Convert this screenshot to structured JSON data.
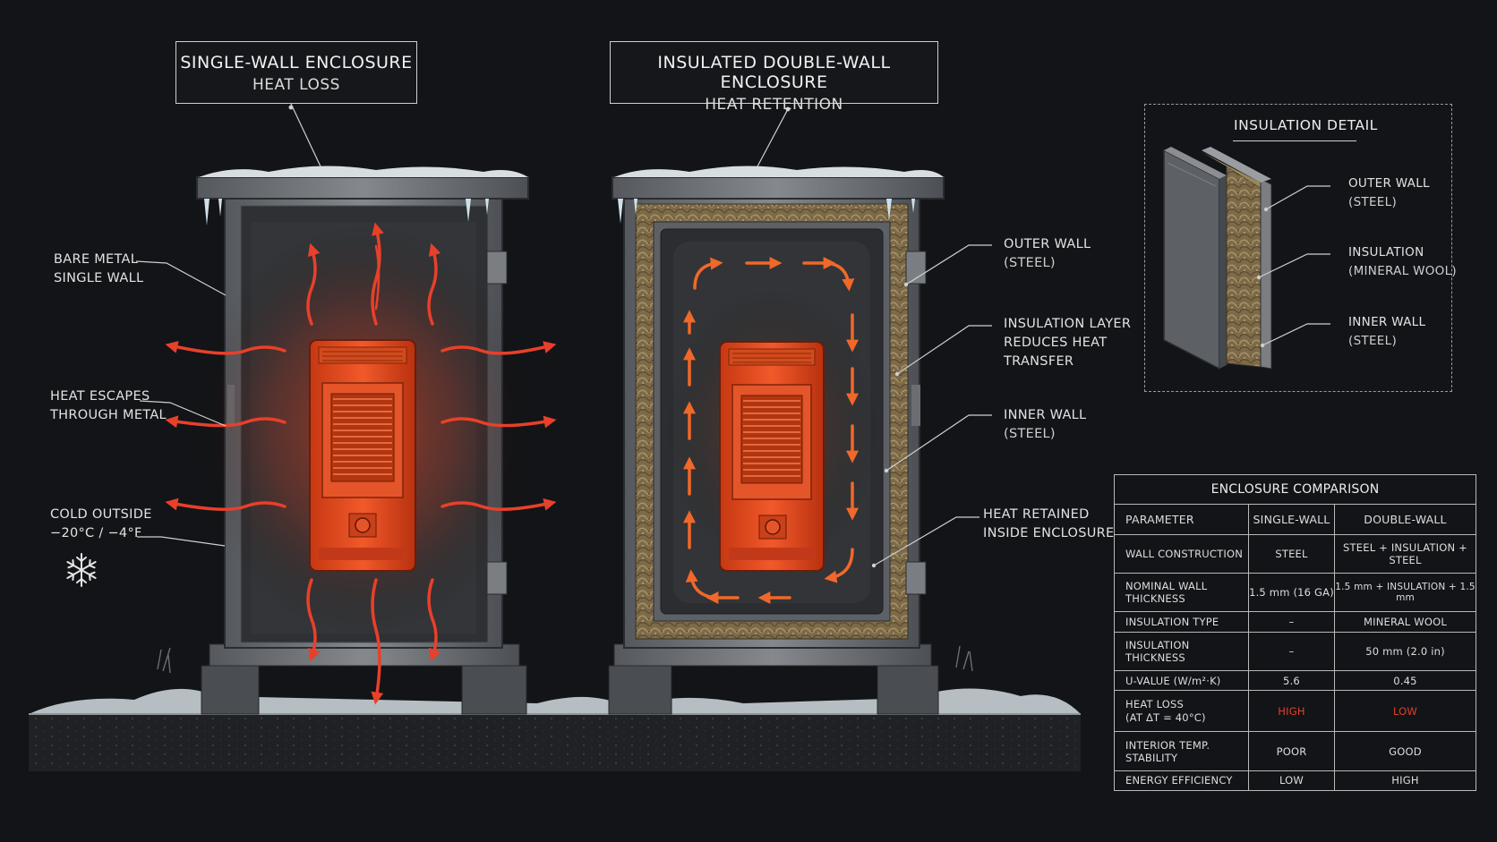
{
  "single_wall": {
    "title": "SINGLE-WALL ENCLOSURE",
    "subtitle": "HEAT LOSS",
    "labels": {
      "bare_metal_1": "BARE METAL",
      "bare_metal_2": "SINGLE WALL",
      "heat_escapes_1": "HEAT ESCAPES",
      "heat_escapes_2": "THROUGH METAL",
      "cold_outside_1": "COLD OUTSIDE",
      "cold_outside_2": "−20°C / −4°F"
    }
  },
  "double_wall": {
    "title": "INSULATED DOUBLE-WALL ENCLOSURE",
    "subtitle": "HEAT RETENTION",
    "labels": {
      "outer_wall_1": "OUTER WALL",
      "outer_wall_2": "(STEEL)",
      "insulation_layer_1": "INSULATION LAYER",
      "insulation_layer_2": "REDUCES HEAT",
      "insulation_layer_3": "TRANSFER",
      "inner_wall_1": "INNER WALL",
      "inner_wall_2": "(STEEL)",
      "heat_retained_1": "HEAT RETAINED",
      "heat_retained_2": "INSIDE ENCLOSURE"
    }
  },
  "insulation_detail": {
    "title": "INSULATION DETAIL",
    "outer_wall": "OUTER WALL",
    "outer_wall_sub": "(STEEL)",
    "insulation": "INSULATION",
    "insulation_sub": "(MINERAL WOOL)",
    "inner_wall": "INNER WALL",
    "inner_wall_sub": "(STEEL)"
  },
  "comparison": {
    "title": "ENCLOSURE COMPARISON",
    "headers": [
      "PARAMETER",
      "SINGLE-WALL",
      "DOUBLE-WALL"
    ],
    "rows": [
      {
        "param": "WALL CONSTRUCTION",
        "single": "STEEL",
        "double": "STEEL + INSULATION + STEEL"
      },
      {
        "param": "NOMINAL WALL THICKNESS",
        "single": "1.5 mm (16 GA)",
        "double": "1.5 mm + INSULATION + 1.5 mm"
      },
      {
        "param": "INSULATION TYPE",
        "single": "–",
        "double": "MINERAL WOOL"
      },
      {
        "param": "INSULATION THICKNESS",
        "single": "–",
        "double": "50 mm (2.0 in)"
      },
      {
        "param": "U-VALUE (W/m²·K)",
        "single": "5.6",
        "double": "0.45"
      },
      {
        "param": "HEAT LOSS",
        "param_sub": "(AT ΔT = 40°C)",
        "single": "HIGH",
        "double": "LOW"
      },
      {
        "param": "INTERIOR TEMP. STABILITY",
        "single": "POOR",
        "double": "GOOD"
      },
      {
        "param": "ENERGY EFFICIENCY",
        "single": "LOW",
        "double": "HIGH"
      }
    ]
  },
  "colors": {
    "background": "#121417",
    "heat_red": "#e8402a",
    "heat_orange": "#f0682a",
    "insulation": "#8a7550",
    "steel": "#6b6f74"
  },
  "icons": [
    "snowflake-icon",
    "heater-unit",
    "heat-arrow"
  ]
}
